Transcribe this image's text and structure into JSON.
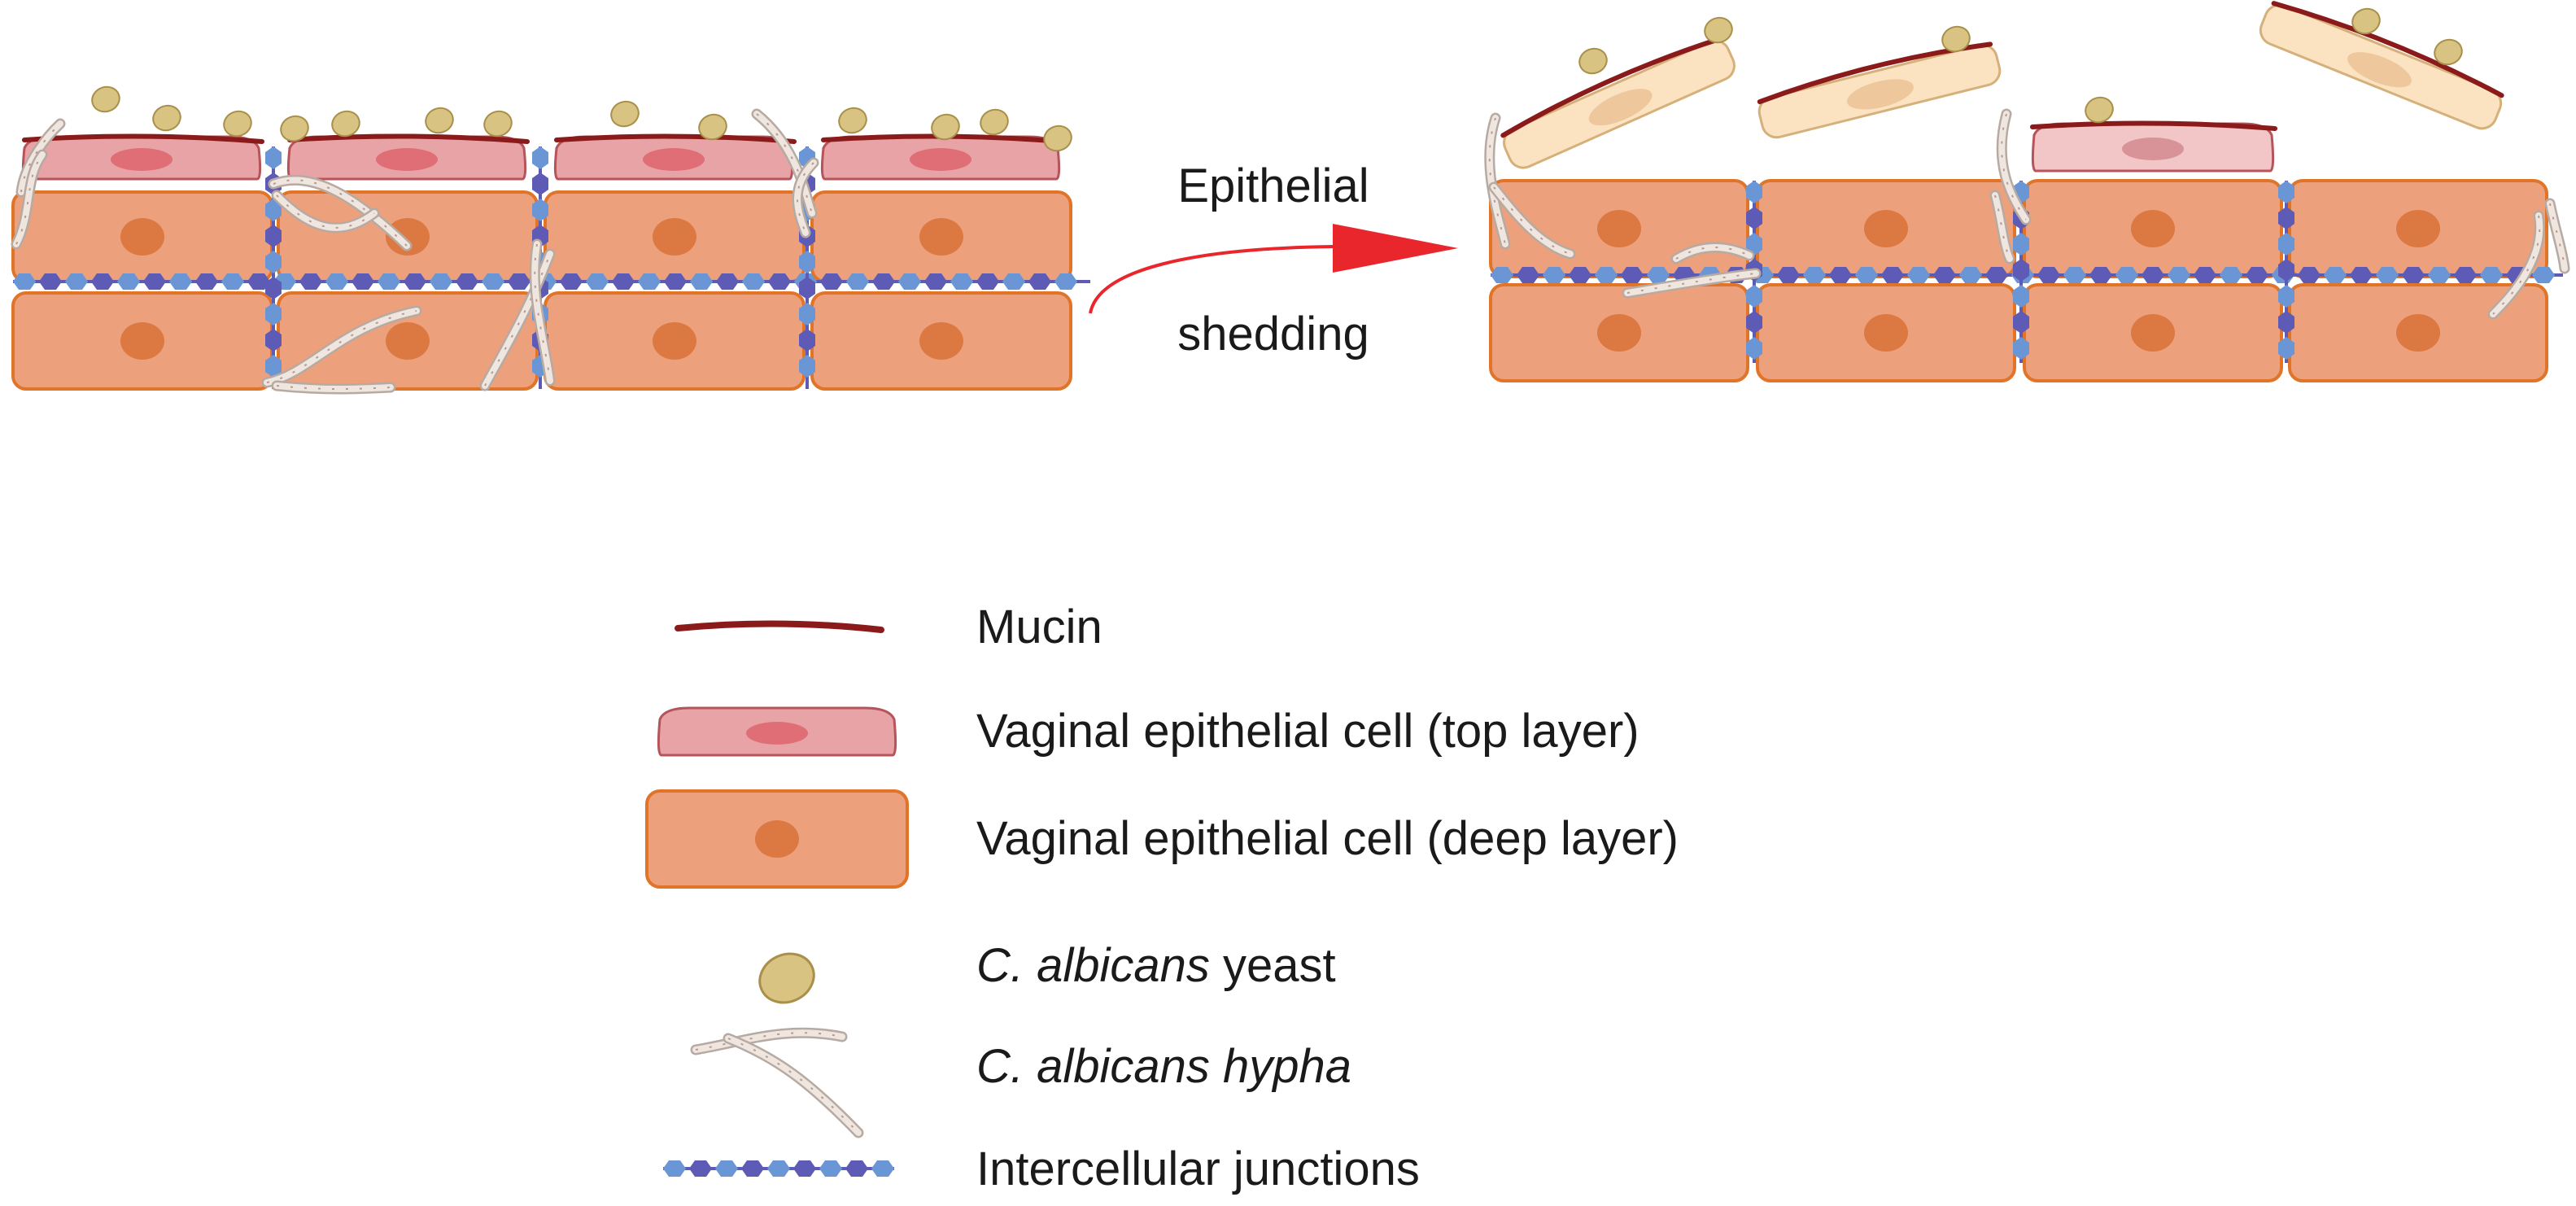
{
  "arrow": {
    "line1": "Epithelial",
    "line2": "shedding",
    "color": "#e8262b"
  },
  "legend": [
    {
      "key": "mucin",
      "icon": "mucin-strand-icon",
      "parts": [
        {
          "text": "Mucin",
          "italic": false
        }
      ]
    },
    {
      "key": "top-cell",
      "icon": "top-layer-cell-icon",
      "parts": [
        {
          "text": "Vaginal epithelial cell (top layer)",
          "italic": false
        }
      ]
    },
    {
      "key": "deep-cell",
      "icon": "deep-layer-cell-icon",
      "parts": [
        {
          "text": "Vaginal epithelial cell (deep layer)",
          "italic": false
        }
      ]
    },
    {
      "key": "yeast",
      "icon": "yeast-icon",
      "parts": [
        {
          "text": "C. albicans",
          "italic": true
        },
        {
          "text": " yeast",
          "italic": false
        }
      ]
    },
    {
      "key": "hypha",
      "icon": "hypha-icon",
      "parts": [
        {
          "text": "C. albicans hypha",
          "italic": true
        }
      ]
    },
    {
      "key": "junctions",
      "icon": "junction-chain-icon",
      "parts": [
        {
          "text": "Intercellular junctions",
          "italic": false
        }
      ]
    }
  ],
  "colors": {
    "mucin": "#8b1a1a",
    "top_cell_fill": "#e8a3a6",
    "top_cell_stroke": "#b5545b",
    "top_nucleus": "#e06e76",
    "deep_cell_fill": "#eda07c",
    "deep_cell_stroke": "#e07428",
    "deep_nucleus": "#dc7841",
    "yeast_fill": "#d9c383",
    "yeast_stroke": "#a8904a",
    "hypha_fill": "#efe6e0",
    "hypha_stroke": "#b7aaa2",
    "junction_dark": "#5d5bb5",
    "junction_light": "#6b96d6",
    "shed_cell_fill": "#fbe3c2",
    "shed_nucleus": "#eec89c"
  }
}
